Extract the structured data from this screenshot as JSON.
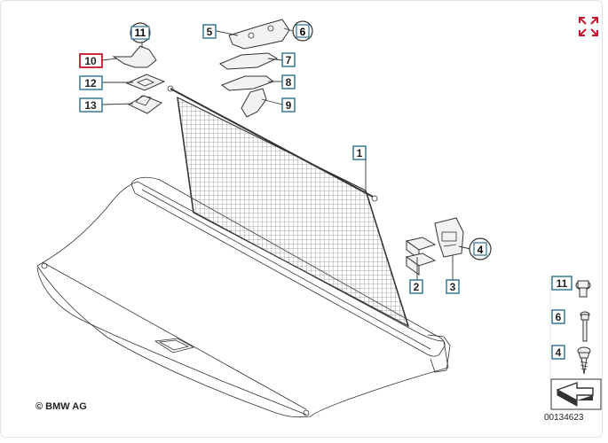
{
  "copyright": "© BMW AG",
  "document_number": "00134623",
  "labels": [
    "1",
    "2",
    "3",
    "4",
    "5",
    "6",
    "7",
    "8",
    "9",
    "10",
    "11",
    "12",
    "13"
  ],
  "fastener_labels": [
    "11",
    "6",
    "4"
  ],
  "selected_label": "10",
  "colors": {
    "label_border": "#2a6f8f",
    "selected_border": "#c5162e",
    "expand_icon": "#c5162e"
  },
  "icons": {
    "expand": "expand-icon",
    "arrow": "arrow-icon"
  }
}
